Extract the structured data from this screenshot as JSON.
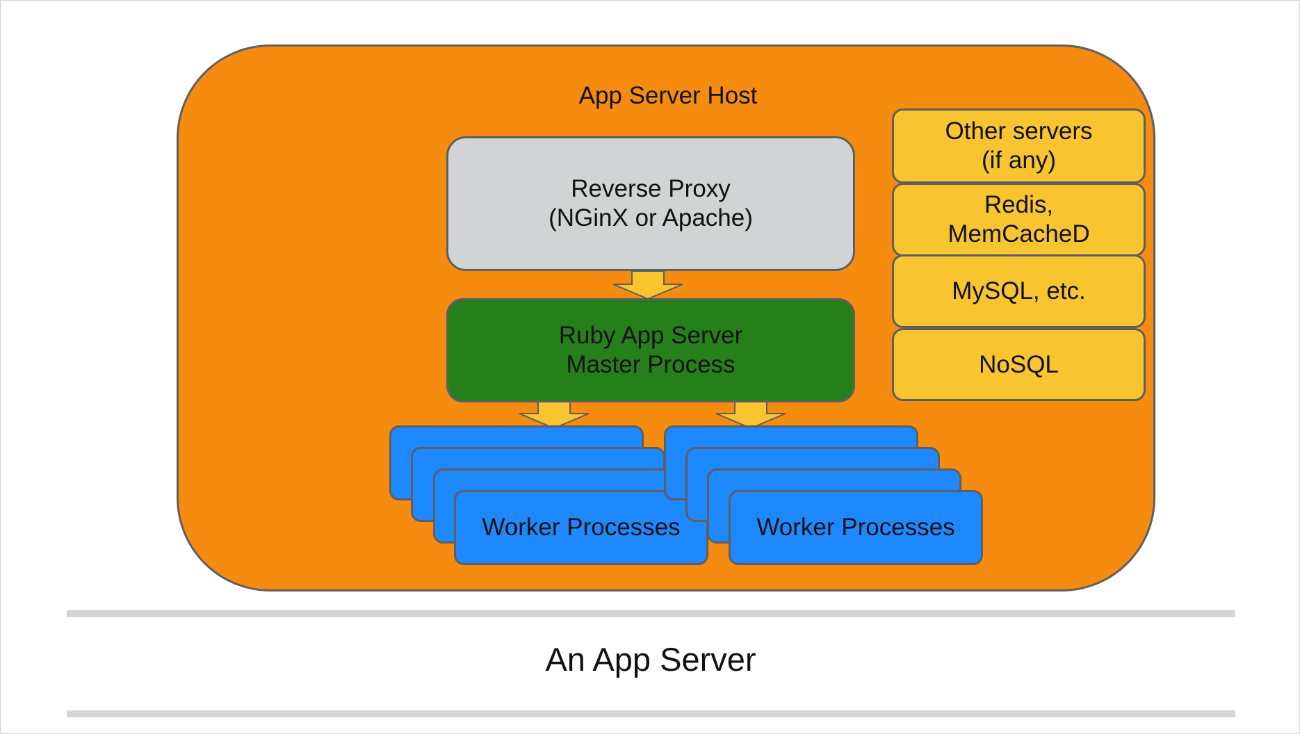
{
  "host": {
    "title": "App Server Host"
  },
  "reverse_proxy": {
    "line1": "Reverse Proxy",
    "line2": "(NGinX or Apache)"
  },
  "master": {
    "line1": "Ruby App Server",
    "line2": "Master Process"
  },
  "side_services": [
    {
      "line1": "Other servers",
      "line2": "(if any)"
    },
    {
      "line1": "Redis,",
      "line2": "MemCacheD"
    },
    {
      "line1": "MySQL, etc.",
      "line2": ""
    },
    {
      "line1": "NoSQL",
      "line2": ""
    }
  ],
  "workers": {
    "label": "Worker Processes"
  },
  "caption": "An App Server",
  "colors": {
    "host": "#f58c10",
    "proxy": "#d0d4d5",
    "master": "#26801a",
    "side": "#f8c430",
    "worker": "#1e88ff",
    "arrow": "#f8c430"
  }
}
